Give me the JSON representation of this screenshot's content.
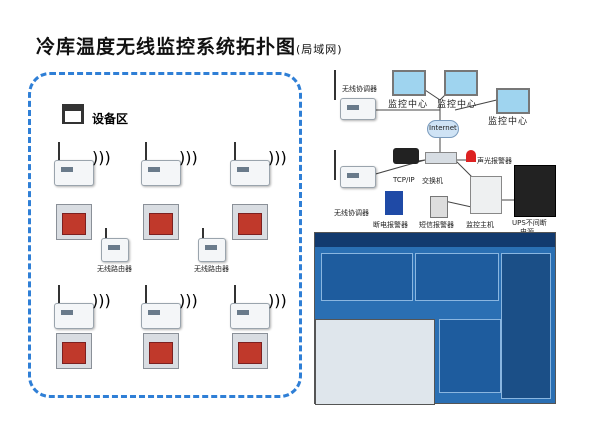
{
  "title": {
    "main": "冷库温度无线监控系统拓扑图",
    "sub": "(局域网)"
  },
  "zone": {
    "label": "设备区",
    "router_label": "无线路由器"
  },
  "network": {
    "coordinator_label": "无线协调器",
    "monitor_center_label": "监控中心",
    "internet_label": "Internet",
    "tcpip_label": "TCP/IP",
    "switch_label": "交换机",
    "sound_alarm_label": "声光报警器",
    "power_alarm_label": "断电报警器",
    "sms_alarm_label": "短信报警器",
    "host_label": "监控主机",
    "ups_label_1": "UPS不间断",
    "ups_label_2": "电源"
  },
  "colors": {
    "zone_border": "#2f7fd6",
    "line": "#444444",
    "screen_bg": "#2a6fb3"
  }
}
